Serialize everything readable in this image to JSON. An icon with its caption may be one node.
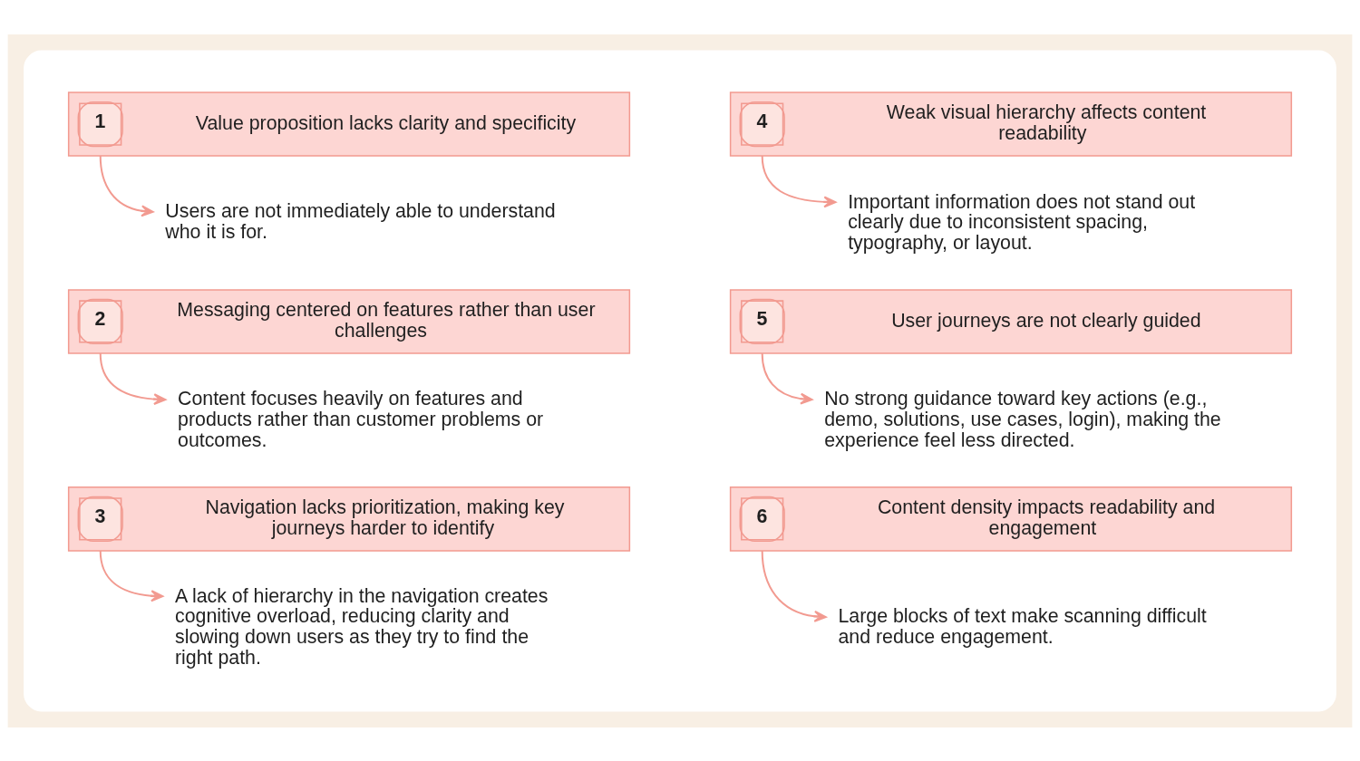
{
  "diagram": {
    "nodes": [
      {
        "text": [],
        "shape": "box"
      },
      {
        "text": [
          "1",
          "Value proposition lacks clarity and specificity"
        ],
        "in": 0
      },
      {
        "text": [
          "Users are not immediately able to understand who it is for."
        ],
        "in": 0
      },
      {
        "text": [
          "2",
          "Messaging centered on features rather than user challenges"
        ],
        "in": 0
      },
      {
        "text": [
          "Content focuses heavily on features and products rather than customer problems or outcomes."
        ],
        "in": 0
      },
      {
        "text": [
          "3",
          "Navigation lacks prioritization, making key journeys harder to identify"
        ],
        "in": 0
      },
      {
        "text": [
          "A lack of hierarchy in the navigation creates cognitive overload, reducing clarity and slowing down users as they try to find the right path."
        ],
        "in": 0
      },
      {
        "text": [
          "4",
          "Weak visual hierarchy affects content readability"
        ],
        "in": 0
      },
      {
        "text": [
          "Important information does not stand out clearly due to inconsistent spacing, typography, or layout."
        ],
        "in": 0
      },
      {
        "text": [
          "5",
          "User journeys are not clearly guided"
        ],
        "in": 0
      },
      {
        "text": [
          "No strong guidance toward key actions (e.g., demo, solutions, use cases, login), making the experience feel less directed."
        ],
        "in": 0
      },
      {
        "text": [
          "6",
          "Content density impacts readability and engagement"
        ],
        "in": 0
      },
      {
        "text": [
          "Large blocks of text make scanning difficult and reduce engagement."
        ],
        "in": 0
      }
    ],
    "edges": [
      {
        "from": 1,
        "to": 2,
        "arrow": "to"
      },
      {
        "from": 3,
        "to": 4,
        "arrow": "to"
      },
      {
        "from": 5,
        "to": 6,
        "arrow": "to"
      },
      {
        "from": 7,
        "to": 8,
        "arrow": "to"
      },
      {
        "from": 9,
        "to": 10,
        "arrow": "to"
      },
      {
        "from": 11,
        "to": 12,
        "arrow": "to"
      }
    ]
  }
}
